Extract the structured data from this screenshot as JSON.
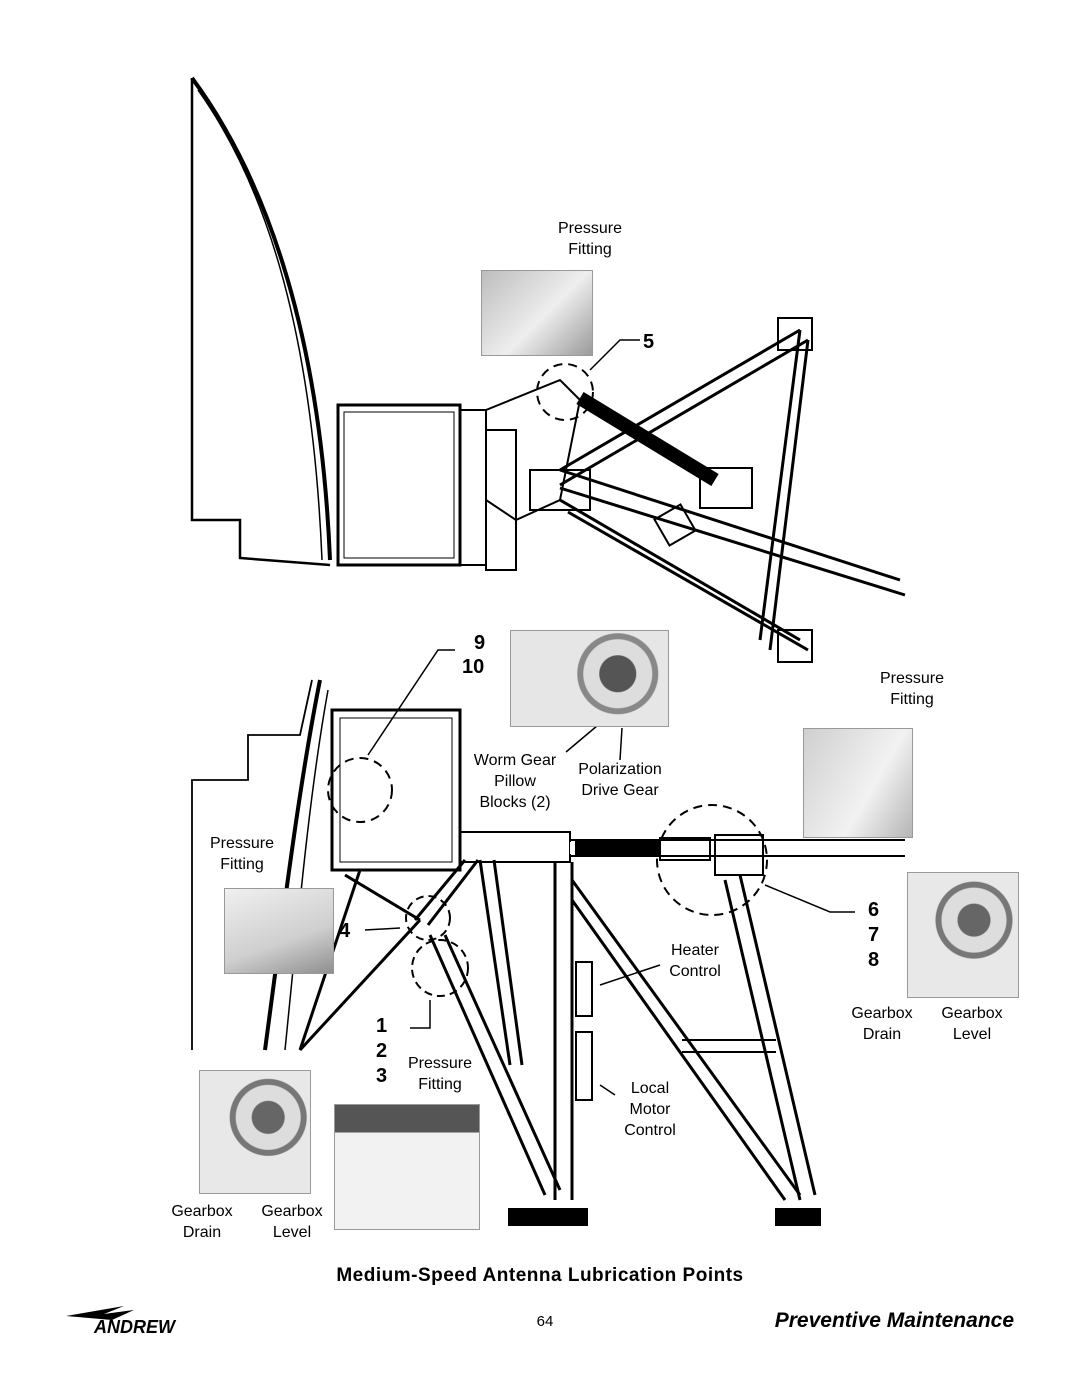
{
  "callouts": {
    "top_pressure_fitting": "Pressure\nFitting",
    "right_pressure_fitting": "Pressure\nFitting",
    "left_pressure_fitting": "Pressure\nFitting",
    "bottom_pressure_fitting": "Pressure\nFitting",
    "worm_gear": "Worm Gear\nPillow\nBlocks (2)",
    "polarization": "Polarization\nDrive Gear",
    "heater_control": "Heater\nControl",
    "local_motor_control": "Local\nMotor\nControl",
    "gearbox_drain_right": "Gearbox\nDrain",
    "gearbox_level_right": "Gearbox\nLevel",
    "gearbox_drain_left": "Gearbox\nDrain",
    "gearbox_level_left": "Gearbox\nLevel"
  },
  "numbers": {
    "n5": "5",
    "n9": "9",
    "n10": "10",
    "n4": "4",
    "n1": "1",
    "n2": "2",
    "n3": "3",
    "n6": "6",
    "n7": "7",
    "n8": "8"
  },
  "figure_title": "Medium-Speed Antenna Lubrication Points",
  "footer": {
    "logo_text": "ANDREW",
    "page_number": "64",
    "section": "Preventive Maintenance"
  },
  "colors": {
    "ink": "#000000",
    "photo_gray": "#d8d8d8",
    "photo_dark": "#8a8a8a"
  }
}
